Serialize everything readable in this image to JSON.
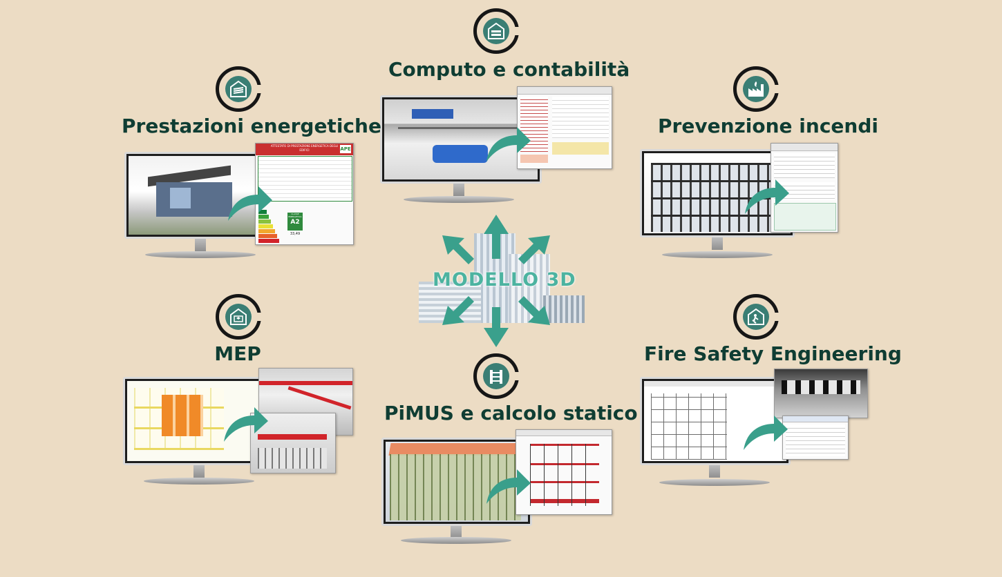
{
  "modules": {
    "computo": {
      "title": "Computo e contabilità",
      "icon": "budget-house-icon"
    },
    "energia": {
      "title": "Prestazioni energetiche",
      "icon": "energy-house-icon"
    },
    "incendi": {
      "title": "Prevenzione incendi",
      "icon": "fire-factory-icon"
    },
    "mep": {
      "title": "MEP",
      "icon": "mep-house-icon"
    },
    "pimus": {
      "title": "PiMUS e calcolo statico",
      "icon": "scaffold-building-icon"
    },
    "fse": {
      "title": "Fire Safety Engineering",
      "icon": "fire-escape-icon"
    }
  },
  "center": {
    "label": "MODELLO 3D"
  },
  "energy_panel": {
    "header": "ATTESTATO DI PRESTAZIONE ENERGETICA DEGLI EDIFICI",
    "logo": "APE",
    "class_label": "CLASSE ENERGETICA",
    "class_value": "A2",
    "index_value": "33,49"
  },
  "colors": {
    "background": "#ecdcc4",
    "title": "#0f3d33",
    "accent": "#3a7e74",
    "arrow": "#4cb3a0"
  }
}
